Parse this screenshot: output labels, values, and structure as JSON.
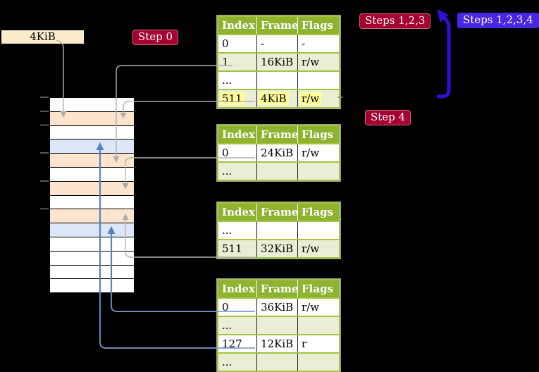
{
  "frame_label": "4KiB",
  "badges": {
    "step0": "Step 0",
    "steps123": "Steps 1,2,3",
    "steps1234": "Steps 1,2,3,4",
    "step4": "Step 4"
  },
  "memory_rows": [
    {
      "type": "free"
    },
    {
      "type": "pagetable"
    },
    {
      "type": "free"
    },
    {
      "type": "mapped"
    },
    {
      "type": "pagetable"
    },
    {
      "type": "free"
    },
    {
      "type": "pagetable"
    },
    {
      "type": "free"
    },
    {
      "type": "pagetable"
    },
    {
      "type": "mapped"
    },
    {
      "type": "free"
    },
    {
      "type": "free"
    },
    {
      "type": "free"
    },
    {
      "type": "free"
    }
  ],
  "tables": [
    {
      "name": "page-table-level-top",
      "headers": [
        "Index",
        "Frame",
        "Flags"
      ],
      "rows": [
        {
          "cells": [
            "0",
            "-",
            "-"
          ]
        },
        {
          "cells": [
            "1",
            "16KiB",
            "r/w"
          ]
        },
        {
          "cells": [
            "...",
            "",
            ""
          ]
        },
        {
          "cells": [
            "511",
            "4KiB",
            "r/w"
          ],
          "highlight": true
        }
      ]
    },
    {
      "name": "page-table-level-2",
      "headers": [
        "Index",
        "Frame",
        "Flags"
      ],
      "rows": [
        {
          "cells": [
            "0",
            "24KiB",
            "r/w"
          ]
        },
        {
          "cells": [
            "...",
            "",
            ""
          ]
        }
      ]
    },
    {
      "name": "page-table-level-3",
      "headers": [
        "Index",
        "Frame",
        "Flags"
      ],
      "rows": [
        {
          "cells": [
            "...",
            "",
            ""
          ]
        },
        {
          "cells": [
            "511",
            "32KiB",
            "r/w"
          ]
        }
      ]
    },
    {
      "name": "page-table-level-4",
      "headers": [
        "Index",
        "Frame",
        "Flags"
      ],
      "rows": [
        {
          "cells": [
            "0",
            "36KiB",
            "r/w"
          ]
        },
        {
          "cells": [
            "...",
            "",
            ""
          ]
        },
        {
          "cells": [
            "127",
            "12KiB",
            "r"
          ]
        },
        {
          "cells": [
            "...",
            "",
            ""
          ]
        }
      ]
    }
  ],
  "colors": {
    "table_header_bg": "#8db331",
    "table_border": "#a3c43e",
    "row_shade": "#e9eed5",
    "highlight": "#ffff99",
    "frame_pagetable": "#fce4cd",
    "frame_mapped": "#dbe6f6",
    "badge_red": "#a40130",
    "badge_blue": "#4826e3",
    "arrow_gray": "#b2b2b2",
    "arrow_blue_thin": "#6f93cb",
    "arrow_blue_thick": "#2e10d9",
    "frame_label_bg": "#fcecc9"
  }
}
